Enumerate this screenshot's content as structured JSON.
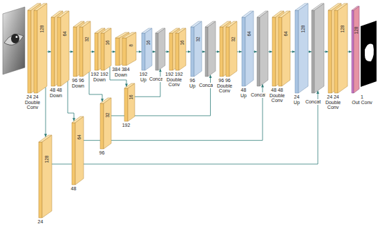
{
  "diagram": {
    "nodes": [
      {
        "text": [
          "24 24",
          "128",
          "Double Conv"
        ]
      },
      {
        "text": [
          "48 48",
          "64",
          "Down"
        ]
      },
      {
        "text": [
          "96 96",
          "32",
          "Down"
        ]
      },
      {
        "text": [
          "192 192",
          "16",
          "Down"
        ]
      },
      {
        "text": [
          "384 384",
          "8",
          "Down"
        ]
      },
      {
        "text": [
          "192",
          "16",
          "Up"
        ]
      },
      {
        "text": [
          "Concat"
        ]
      },
      {
        "text": [
          "192 192",
          "16",
          "Double Conv"
        ]
      },
      {
        "text": [
          "96",
          "32",
          "Up"
        ]
      },
      {
        "text": [
          "Concat"
        ]
      },
      {
        "text": [
          "96 96",
          "32",
          "Double Conv"
        ]
      },
      {
        "text": [
          "48",
          "64",
          "Up"
        ]
      },
      {
        "text": [
          "Concat"
        ]
      },
      {
        "text": [
          "48 48",
          "64",
          "Double Conv"
        ]
      },
      {
        "text": [
          "24",
          "128",
          "Up"
        ]
      },
      {
        "text": [
          "Concat"
        ]
      },
      {
        "text": [
          "24 24",
          "128",
          "Double Conv"
        ]
      },
      {
        "text": [
          "1",
          "128",
          "Out Conv"
        ]
      },
      {
        "text": [
          "192",
          "16"
        ]
      },
      {
        "text": [
          "96",
          "32"
        ]
      },
      {
        "text": [
          "48",
          "64"
        ]
      },
      {
        "text": [
          "24",
          "128"
        ]
      }
    ],
    "edges": [
      {
        "from": 0,
        "to": 1,
        "arrow": "to"
      },
      {
        "from": 1,
        "to": 2,
        "arrow": "to"
      },
      {
        "from": 2,
        "to": 3,
        "arrow": "to"
      },
      {
        "from": 3,
        "to": 4,
        "arrow": "to"
      },
      {
        "from": 4,
        "to": 5,
        "arrow": "to"
      },
      {
        "from": 5,
        "to": 6,
        "arrow": "to"
      },
      {
        "from": 6,
        "to": 7,
        "arrow": "to"
      },
      {
        "from": 7,
        "to": 8,
        "arrow": "to"
      },
      {
        "from": 8,
        "to": 9,
        "arrow": "to"
      },
      {
        "from": 9,
        "to": 10,
        "arrow": "to"
      },
      {
        "from": 10,
        "to": 11,
        "arrow": "to"
      },
      {
        "from": 11,
        "to": 12,
        "arrow": "to"
      },
      {
        "from": 12,
        "to": 13,
        "arrow": "to"
      },
      {
        "from": 13,
        "to": 14,
        "arrow": "to"
      },
      {
        "from": 14,
        "to": 15,
        "arrow": "to"
      },
      {
        "from": 15,
        "to": 16,
        "arrow": "to"
      },
      {
        "from": 16,
        "to": 17,
        "arrow": "to"
      },
      {
        "from": 0,
        "to": 21,
        "arrow": "to"
      },
      {
        "from": 21,
        "to": 15,
        "arrow": "to"
      },
      {
        "from": 1,
        "to": 20,
        "arrow": "to"
      },
      {
        "from": 20,
        "to": 12,
        "arrow": "to"
      },
      {
        "from": 2,
        "to": 19,
        "arrow": "to"
      },
      {
        "from": 19,
        "to": 9,
        "arrow": "to"
      },
      {
        "from": 3,
        "to": 18,
        "arrow": "to"
      },
      {
        "from": 18,
        "to": 6,
        "arrow": "to"
      }
    ]
  }
}
